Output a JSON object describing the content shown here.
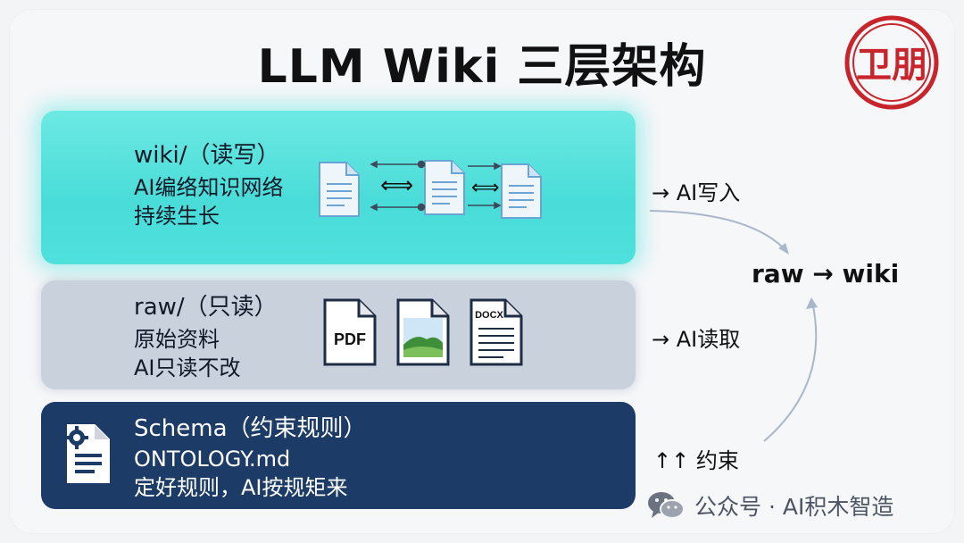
{
  "title": "LLM Wiki 三层架构",
  "seal_text": "卫朋",
  "layers": {
    "wiki": {
      "name": "wiki/（读写）",
      "line1": "AI编络知识网络",
      "line2": "持续生长"
    },
    "raw": {
      "name": "raw/（只读）",
      "line1": "原始资料",
      "line2": "AI只读不改",
      "pdf_label": "PDF",
      "docx_label": "DOCX"
    },
    "schema": {
      "name": "Schema（约束规则）",
      "line1": "ONTOLOGY.md",
      "line2": "定好规则，AI按规矩来"
    }
  },
  "side": {
    "wiki_arrow": "→ AI写入",
    "flow": "raw → wiki",
    "raw_arrow": "→ AI读取",
    "schema_arrow": "↑↑ 约束"
  },
  "watermark": "公众号 · AI积木智造",
  "colors": {
    "wiki": "#49dcd8",
    "raw": "#c9d1dc",
    "schema": "#1c3b66",
    "seal": "#c8242b"
  }
}
